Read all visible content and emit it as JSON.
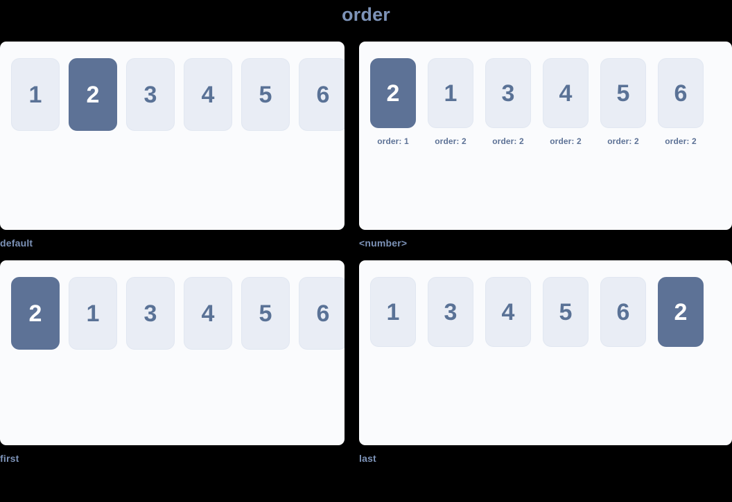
{
  "page": {
    "title": "order",
    "background_color": "#000000",
    "accent_color": "#5d7296",
    "title_color": "#7d93b8",
    "card_background": "#fafbfd",
    "box_background": "#e9edf5",
    "box_text_color": "#5a7296"
  },
  "cards": [
    {
      "caption": "default",
      "items": [
        {
          "label": "1",
          "highlight": false,
          "order_label": ""
        },
        {
          "label": "2",
          "highlight": true,
          "order_label": ""
        },
        {
          "label": "3",
          "highlight": false,
          "order_label": ""
        },
        {
          "label": "4",
          "highlight": false,
          "order_label": ""
        },
        {
          "label": "5",
          "highlight": false,
          "order_label": ""
        },
        {
          "label": "6",
          "highlight": false,
          "order_label": ""
        }
      ]
    },
    {
      "caption": "<number>",
      "items": [
        {
          "label": "2",
          "highlight": true,
          "order_label": "order: 1"
        },
        {
          "label": "1",
          "highlight": false,
          "order_label": "order: 2"
        },
        {
          "label": "3",
          "highlight": false,
          "order_label": "order: 2"
        },
        {
          "label": "4",
          "highlight": false,
          "order_label": "order: 2"
        },
        {
          "label": "5",
          "highlight": false,
          "order_label": "order: 2"
        },
        {
          "label": "6",
          "highlight": false,
          "order_label": "order: 2"
        }
      ]
    },
    {
      "caption": "first",
      "items": [
        {
          "label": "2",
          "highlight": true,
          "order_label": ""
        },
        {
          "label": "1",
          "highlight": false,
          "order_label": ""
        },
        {
          "label": "3",
          "highlight": false,
          "order_label": ""
        },
        {
          "label": "4",
          "highlight": false,
          "order_label": ""
        },
        {
          "label": "5",
          "highlight": false,
          "order_label": ""
        },
        {
          "label": "6",
          "highlight": false,
          "order_label": ""
        }
      ]
    },
    {
      "caption": "last",
      "items": [
        {
          "label": "1",
          "highlight": false,
          "order_label": ""
        },
        {
          "label": "3",
          "highlight": false,
          "order_label": ""
        },
        {
          "label": "4",
          "highlight": false,
          "order_label": ""
        },
        {
          "label": "5",
          "highlight": false,
          "order_label": ""
        },
        {
          "label": "6",
          "highlight": false,
          "order_label": ""
        },
        {
          "label": "2",
          "highlight": true,
          "order_label": ""
        }
      ]
    }
  ]
}
